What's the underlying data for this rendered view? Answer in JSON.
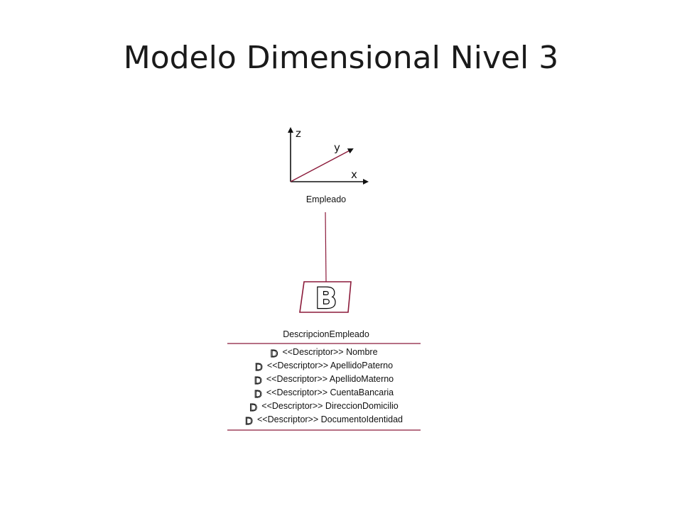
{
  "title": "Modelo Dimensional Nivel 3",
  "dimension": {
    "axes": {
      "z": "z",
      "y": "y",
      "x": "x"
    },
    "name": "Empleado"
  },
  "badge": {
    "letter": "B"
  },
  "entity": {
    "name": "DescripcionEmpleado",
    "attributes": [
      {
        "icon": "D",
        "label": "<<Descriptor>> Nombre"
      },
      {
        "icon": "D",
        "label": "<<Descriptor>> ApellidoPaterno"
      },
      {
        "icon": "D",
        "label": "<<Descriptor>> ApellidoMaterno"
      },
      {
        "icon": "D",
        "label": "<<Descriptor>> CuentaBancaria"
      },
      {
        "icon": "D",
        "label": "<<Descriptor>> DireccionDomicilio"
      },
      {
        "icon": "D",
        "label": "<<Descriptor>> DocumentoIdentidad"
      }
    ]
  },
  "colors": {
    "line": "#8b1a3a",
    "axis": "#111111"
  }
}
